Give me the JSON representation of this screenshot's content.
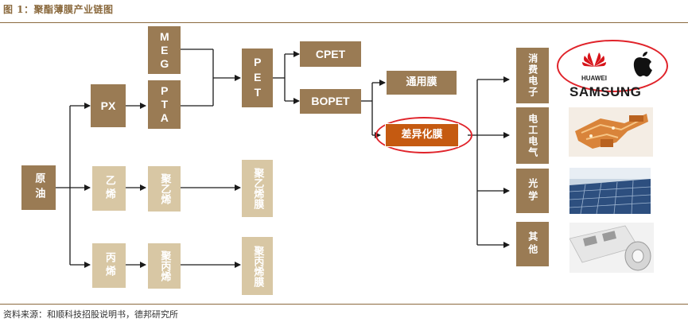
{
  "title": "图 1：聚酯薄膜产业链图",
  "source": "资料来源：和顺科技招股说明书，德邦研究所",
  "nodes": {
    "crude": "原油",
    "px": "PX",
    "meg": "MEG",
    "pta": "PTA",
    "pet": "PET",
    "cpet": "CPET",
    "bopet": "BOPET",
    "general_film": "通用膜",
    "diff_film": "差异化膜",
    "ethylene": "乙烯",
    "polyethylene": "聚乙烯",
    "pe_film": "聚乙烯膜",
    "propylene": "丙烯",
    "polypropylene": "聚丙烯",
    "pp_film": "聚丙烯膜",
    "consumer_electronics": "消费电子",
    "electrical": "电工电气",
    "optics": "光学",
    "others": "其他"
  },
  "brands": {
    "huawei": "HUAWEI",
    "samsung": "SAMSUNG"
  },
  "colors": {
    "dark_box": "#9a7b54",
    "light_box": "#d8c7a4",
    "highlight_box": "#c55a11",
    "highlight_ring": "#e0232a",
    "title": "#8b6a3e"
  }
}
